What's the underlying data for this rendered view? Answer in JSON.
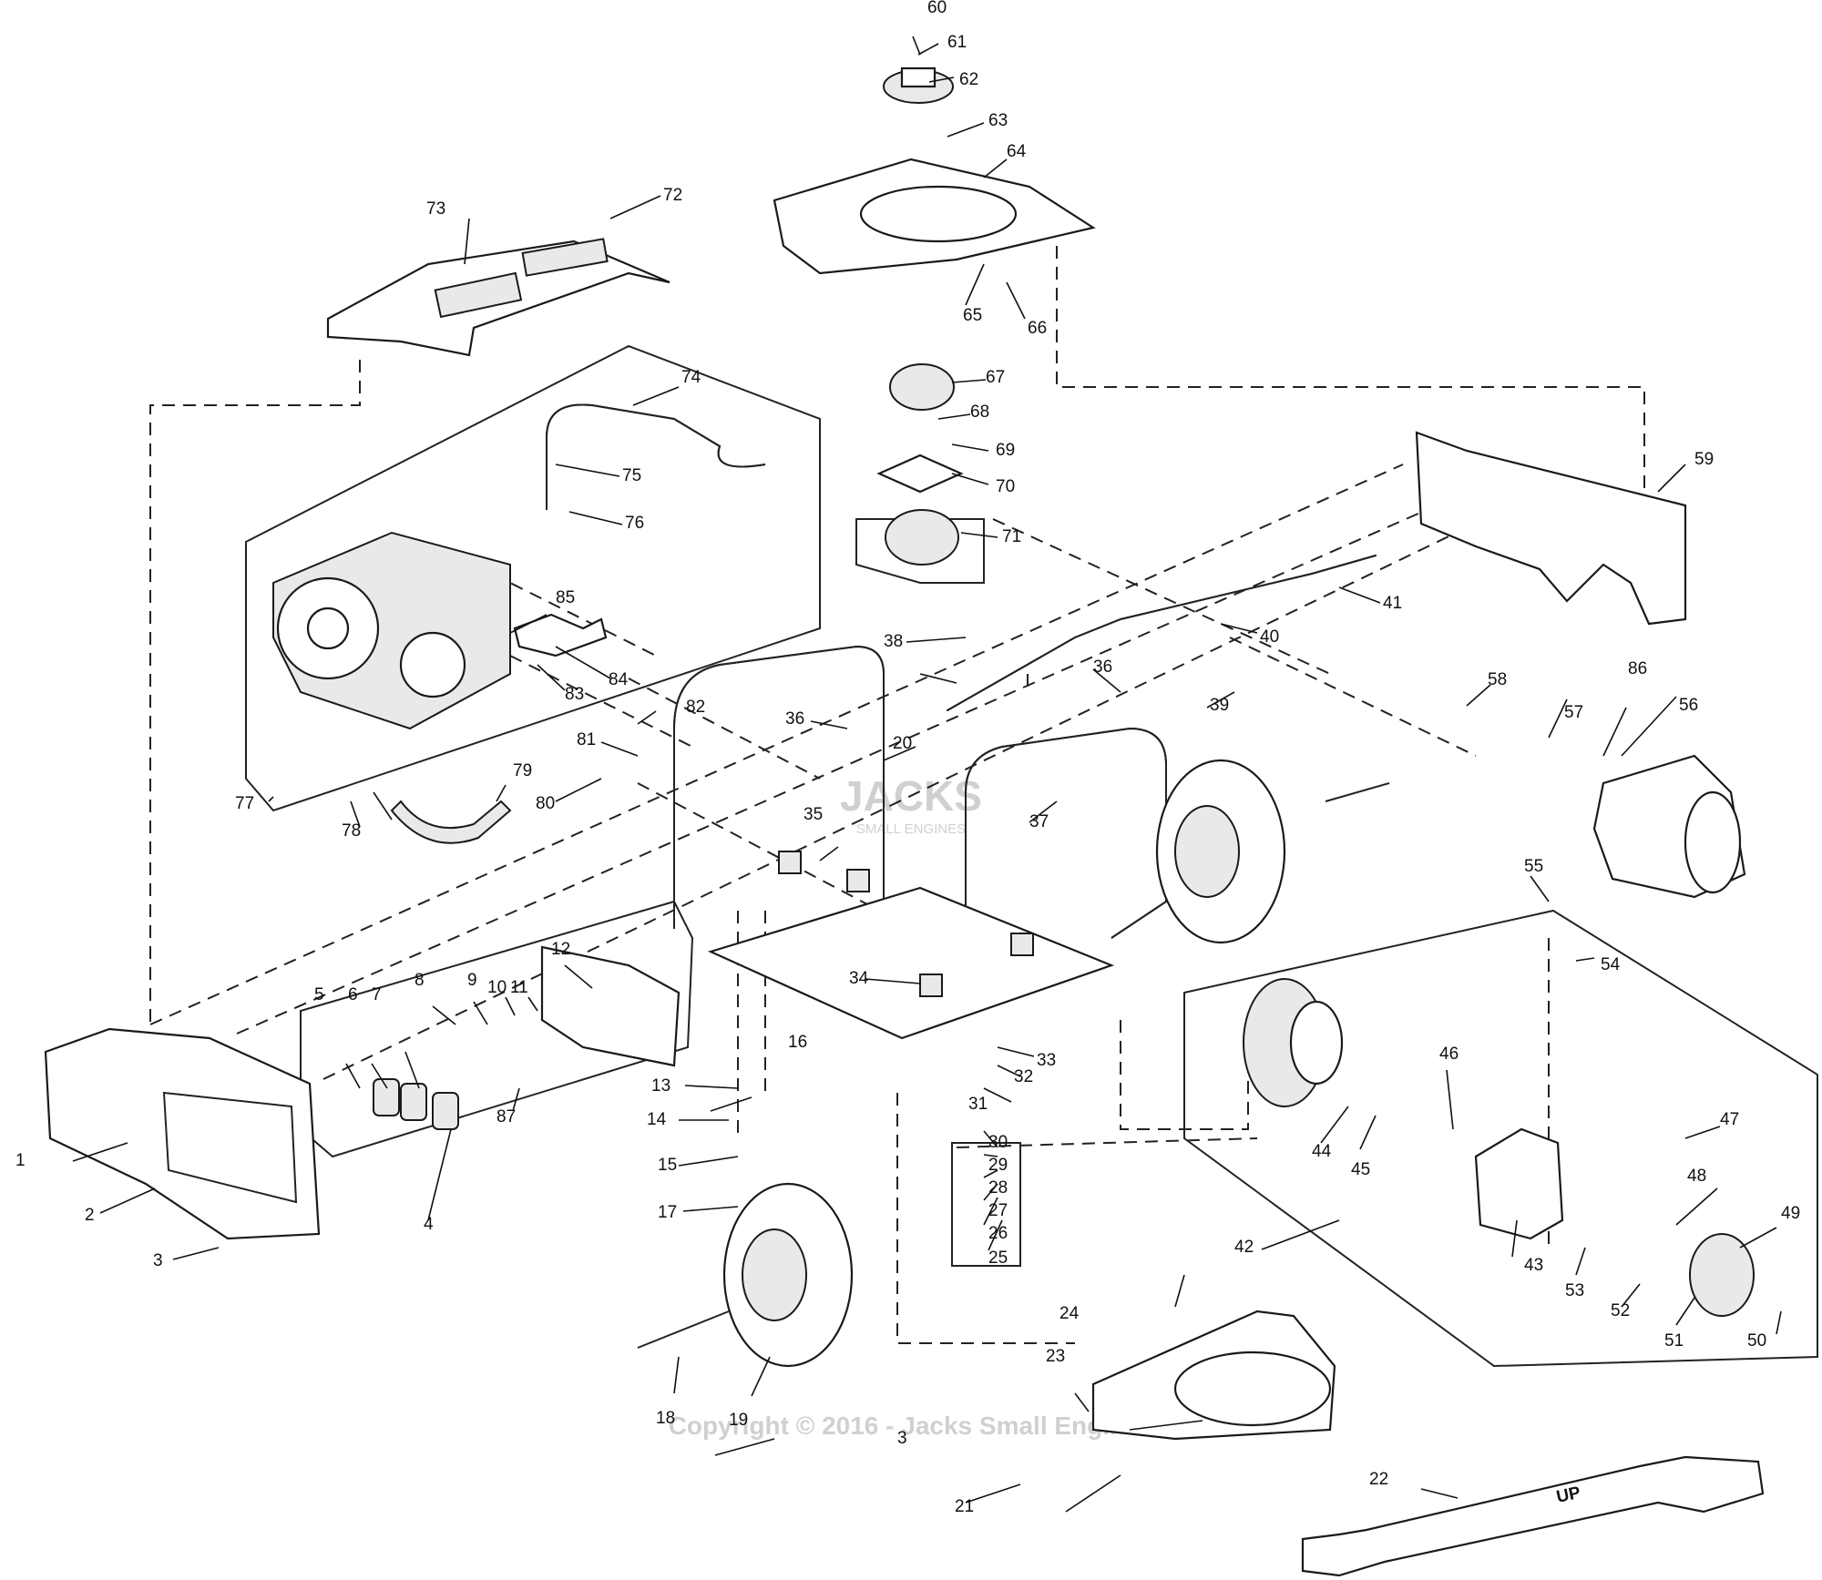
{
  "watermark": {
    "logo_text": "JACKS",
    "logo_subtext": "SMALL ENGINES",
    "copyright": "Copyright © 2016 - Jacks Small Engines"
  },
  "stamped_text": {
    "bracket_label": "UP"
  },
  "callouts": [
    {
      "id": "c1",
      "label": "1"
    },
    {
      "id": "c2",
      "label": "2"
    },
    {
      "id": "c3a",
      "label": "3"
    },
    {
      "id": "c3b",
      "label": "3"
    },
    {
      "id": "c4",
      "label": "4"
    },
    {
      "id": "c5",
      "label": "5"
    },
    {
      "id": "c6",
      "label": "6"
    },
    {
      "id": "c7",
      "label": "7"
    },
    {
      "id": "c8",
      "label": "8"
    },
    {
      "id": "c9",
      "label": "9"
    },
    {
      "id": "c10",
      "label": "10"
    },
    {
      "id": "c11",
      "label": "11"
    },
    {
      "id": "c12",
      "label": "12"
    },
    {
      "id": "c13",
      "label": "13"
    },
    {
      "id": "c14",
      "label": "14"
    },
    {
      "id": "c15",
      "label": "15"
    },
    {
      "id": "c16",
      "label": "16"
    },
    {
      "id": "c17",
      "label": "17"
    },
    {
      "id": "c18",
      "label": "18"
    },
    {
      "id": "c19",
      "label": "19"
    },
    {
      "id": "c20",
      "label": "20"
    },
    {
      "id": "c21",
      "label": "21"
    },
    {
      "id": "c22",
      "label": "22"
    },
    {
      "id": "c23",
      "label": "23"
    },
    {
      "id": "c24",
      "label": "24"
    },
    {
      "id": "c25",
      "label": "25"
    },
    {
      "id": "c26",
      "label": "26"
    },
    {
      "id": "c27",
      "label": "27"
    },
    {
      "id": "c28",
      "label": "28"
    },
    {
      "id": "c29",
      "label": "29"
    },
    {
      "id": "c30",
      "label": "30"
    },
    {
      "id": "c31",
      "label": "31"
    },
    {
      "id": "c32",
      "label": "32"
    },
    {
      "id": "c33",
      "label": "33"
    },
    {
      "id": "c34",
      "label": "34"
    },
    {
      "id": "c35",
      "label": "35"
    },
    {
      "id": "c36a",
      "label": "36"
    },
    {
      "id": "c36b",
      "label": "36"
    },
    {
      "id": "c37",
      "label": "37"
    },
    {
      "id": "c38",
      "label": "38"
    },
    {
      "id": "c39",
      "label": "39"
    },
    {
      "id": "c40",
      "label": "40"
    },
    {
      "id": "c41",
      "label": "41"
    },
    {
      "id": "c42",
      "label": "42"
    },
    {
      "id": "c43",
      "label": "43"
    },
    {
      "id": "c44",
      "label": "44"
    },
    {
      "id": "c45",
      "label": "45"
    },
    {
      "id": "c46",
      "label": "46"
    },
    {
      "id": "c47",
      "label": "47"
    },
    {
      "id": "c48",
      "label": "48"
    },
    {
      "id": "c49",
      "label": "49"
    },
    {
      "id": "c50",
      "label": "50"
    },
    {
      "id": "c51",
      "label": "51"
    },
    {
      "id": "c52",
      "label": "52"
    },
    {
      "id": "c53",
      "label": "53"
    },
    {
      "id": "c54",
      "label": "54"
    },
    {
      "id": "c55",
      "label": "55"
    },
    {
      "id": "c56",
      "label": "56"
    },
    {
      "id": "c57",
      "label": "57"
    },
    {
      "id": "c58",
      "label": "58"
    },
    {
      "id": "c59",
      "label": "59"
    },
    {
      "id": "c60",
      "label": "60"
    },
    {
      "id": "c61",
      "label": "61"
    },
    {
      "id": "c62",
      "label": "62"
    },
    {
      "id": "c63",
      "label": "63"
    },
    {
      "id": "c64",
      "label": "64"
    },
    {
      "id": "c65",
      "label": "65"
    },
    {
      "id": "c66",
      "label": "66"
    },
    {
      "id": "c67",
      "label": "67"
    },
    {
      "id": "c68",
      "label": "68"
    },
    {
      "id": "c69",
      "label": "69"
    },
    {
      "id": "c70",
      "label": "70"
    },
    {
      "id": "c71",
      "label": "71"
    },
    {
      "id": "c72",
      "label": "72"
    },
    {
      "id": "c73",
      "label": "73"
    },
    {
      "id": "c74",
      "label": "74"
    },
    {
      "id": "c75",
      "label": "75"
    },
    {
      "id": "c76",
      "label": "76"
    },
    {
      "id": "c77",
      "label": "77"
    },
    {
      "id": "c78",
      "label": "78"
    },
    {
      "id": "c79",
      "label": "79"
    },
    {
      "id": "c80",
      "label": "80"
    },
    {
      "id": "c81",
      "label": "81"
    },
    {
      "id": "c82",
      "label": "82"
    },
    {
      "id": "c83",
      "label": "83"
    },
    {
      "id": "c84",
      "label": "84"
    },
    {
      "id": "c85",
      "label": "85"
    },
    {
      "id": "c86",
      "label": "86"
    },
    {
      "id": "c87",
      "label": "87"
    }
  ]
}
